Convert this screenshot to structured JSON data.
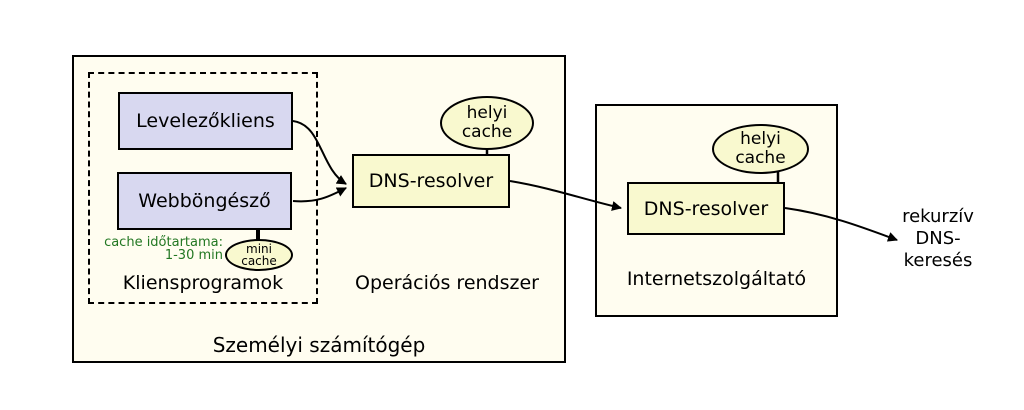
{
  "colors": {
    "container_fill": "#fffdf0",
    "app_fill": "#d8d8f0",
    "cache_fill": "#f9f9cf",
    "note_text": "#227722",
    "line": "#000000"
  },
  "personal_computer": {
    "label": "Személyi számítógép",
    "client_programs": {
      "label": "Kliensprogramok",
      "mail_client": "Levelezőkliens",
      "web_browser": "Webböngésző",
      "cache_note": {
        "line1": "cache időtartama:",
        "line2": "1-30 min"
      },
      "mini_cache": {
        "line1": "mini",
        "line2": "cache"
      }
    },
    "operating_system": {
      "label": "Operációs rendszer",
      "resolver": "DNS-resolver",
      "local_cache": {
        "line1": "helyi",
        "line2": "cache"
      }
    }
  },
  "isp": {
    "label": "Internetszolgáltató",
    "resolver": "DNS-resolver",
    "local_cache": {
      "line1": "helyi",
      "line2": "cache"
    }
  },
  "recursive_query": {
    "line1": "rekurzív",
    "line2": "DNS-",
    "line3": "keresés"
  }
}
